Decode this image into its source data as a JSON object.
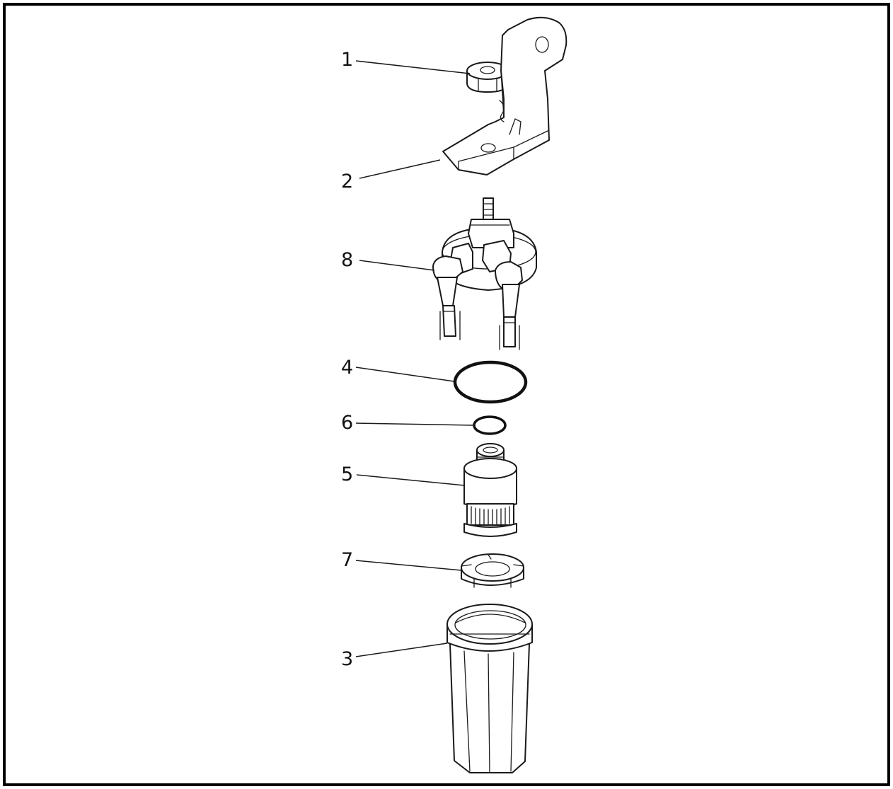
{
  "callouts": [
    {
      "id": "c1",
      "label": "1"
    },
    {
      "id": "c2",
      "label": "2"
    },
    {
      "id": "c8",
      "label": "8"
    },
    {
      "id": "c4",
      "label": "4"
    },
    {
      "id": "c6",
      "label": "6"
    },
    {
      "id": "c5",
      "label": "5"
    },
    {
      "id": "c7",
      "label": "7"
    },
    {
      "id": "c3",
      "label": "3"
    }
  ],
  "colors": {
    "line": "#1a1a1a",
    "background": "#ffffff",
    "border": "#000000"
  }
}
